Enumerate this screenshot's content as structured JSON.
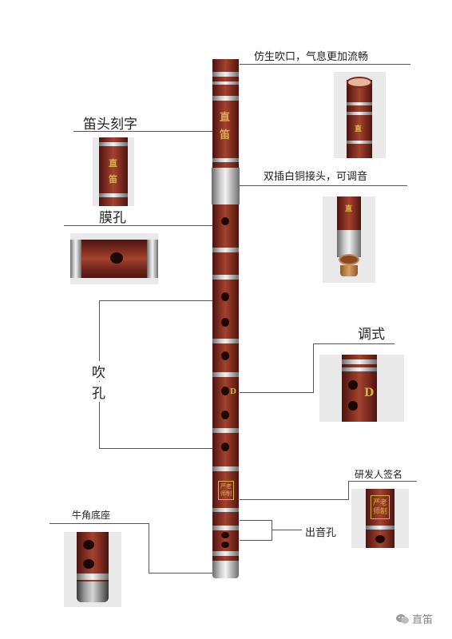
{
  "labels": {
    "mouthpiece": "仿生吹口，气息更加流畅",
    "engraving": "笛头刻字",
    "joint": "双插白铜接头，可调音",
    "membrane": "膜孔",
    "finger_holes_1": "吹",
    "finger_holes_2": "孔",
    "key": "调式",
    "signature": "研发人签名",
    "base": "牛角底座",
    "sound_holes": "出音孔"
  },
  "engraved_text": {
    "head_char_1": "直",
    "head_char_2": "笛",
    "key_letter": "D",
    "stamp": "严老\n师制"
  },
  "watermark": {
    "text": "直笛"
  },
  "colors": {
    "wood": "#7c2a1e",
    "silver": "#cfcfcf",
    "gold": "#d8b048"
  }
}
